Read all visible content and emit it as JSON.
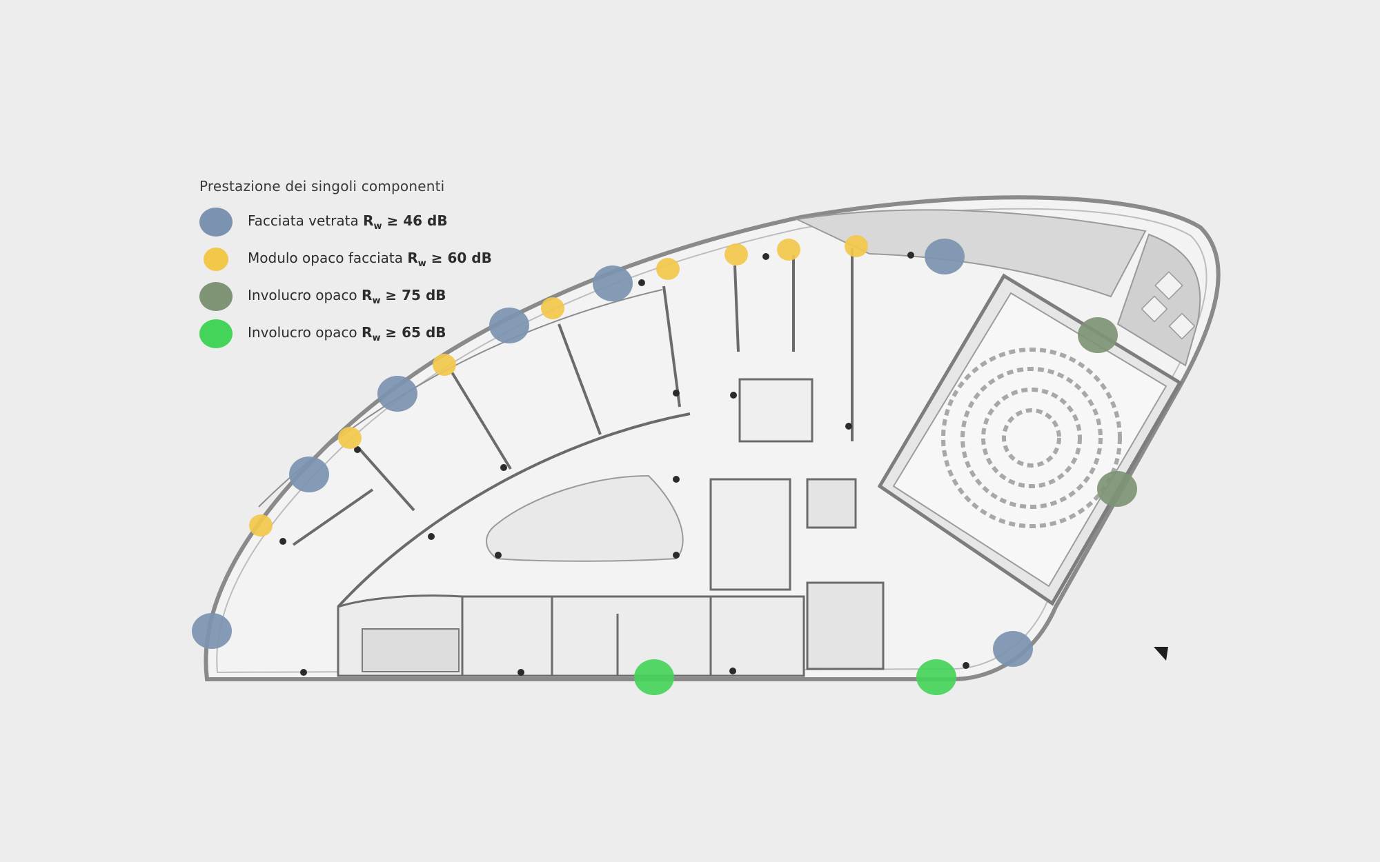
{
  "legend": {
    "title": "Prestazione dei singoli componenti",
    "items": [
      {
        "name": "Facciata vetrata",
        "symbol": "R",
        "sub": "w",
        "value": "≥ 46 dB",
        "color": "#7b93b0"
      },
      {
        "name": "Modulo opaco facciata",
        "symbol": "R",
        "sub": "w",
        "value": "≥ 60 dB",
        "color": "#f2c84b"
      },
      {
        "name": "Involucro opaco",
        "symbol": "R",
        "sub": "w",
        "value": "≥ 75 dB",
        "color": "#7e9474"
      },
      {
        "name": "Involucro opaco",
        "symbol": "R",
        "sub": "w",
        "value": "≥ 65 dB",
        "color": "#45d45a"
      }
    ]
  }
}
